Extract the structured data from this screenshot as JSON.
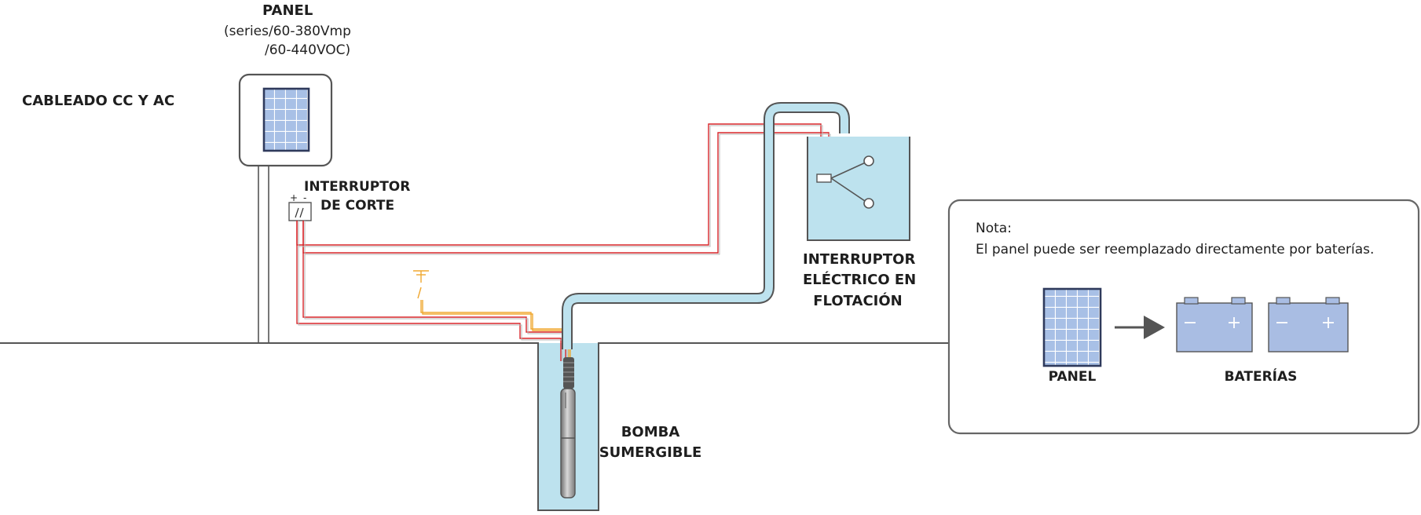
{
  "labels": {
    "title": "CABLEADO CC Y AC",
    "panel_title": "PANEL",
    "panel_spec_1": "(series/60-380Vmp",
    "panel_spec_2": "/60-440VOC)",
    "switch_line_1": "INTERRUPTOR",
    "switch_line_2": "DE CORTE",
    "float_line_1": "INTERRUPTOR",
    "float_line_2": "ELÉCTRICO EN",
    "float_line_3": "FLOTACIÓN",
    "pump_line_1": "BOMBA",
    "pump_line_2": "SUMERGIBLE"
  },
  "note": {
    "heading": "Nota:",
    "text": "El panel puede ser reemplazado directamente por baterías.",
    "panel_label": "PANEL",
    "batteries_label": "BATERÍAS"
  },
  "colors": {
    "outline": "#555555",
    "water": "#bde2ee",
    "panel_blue": "#a8c0e6",
    "panel_frame": "#2f3a5c",
    "battery": "#a9bde3",
    "wire_red": "#d9262a",
    "wire_orange": "#f0a830",
    "arrow": "#555555"
  }
}
